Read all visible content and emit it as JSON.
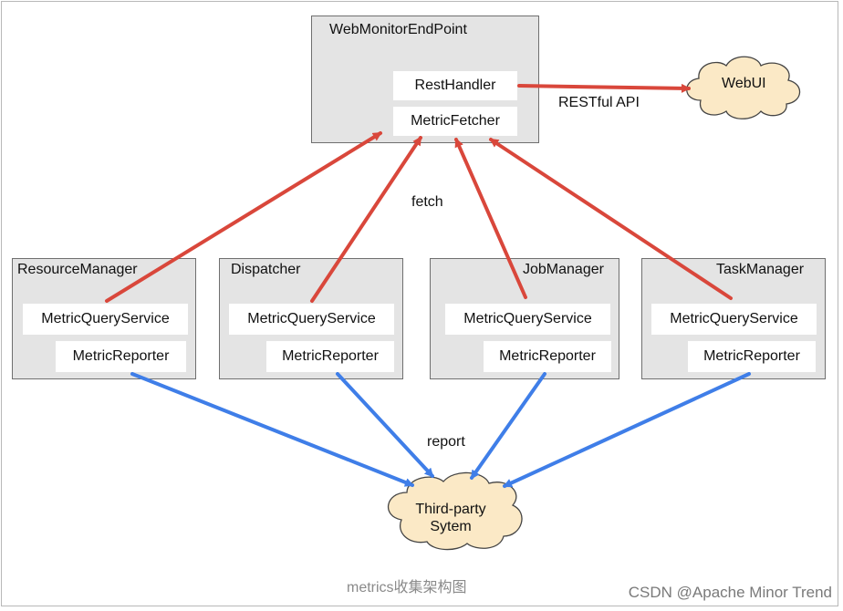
{
  "top": {
    "title": "WebMonitorEndPoint",
    "rest_handler": "RestHandler",
    "metric_fetcher": "MetricFetcher"
  },
  "webui": "WebUI",
  "restful_label": "RESTful API",
  "fetch_label": "fetch",
  "report_label": "report",
  "third_party": {
    "line1": "Third-party",
    "line2": "Sytem"
  },
  "nodes": [
    {
      "title": "ResourceManager",
      "query": "MetricQueryService",
      "reporter": "MetricReporter"
    },
    {
      "title": "Dispatcher",
      "query": "MetricQueryService",
      "reporter": "MetricReporter"
    },
    {
      "title": "JobManager",
      "query": "MetricQueryService",
      "reporter": "MetricReporter"
    },
    {
      "title": "TaskManager",
      "query": "MetricQueryService",
      "reporter": "MetricReporter"
    }
  ],
  "caption": "metrics收集架构图",
  "watermark": "CSDN @Apache Minor Trend",
  "colors": {
    "fetch_arrow": "#d9473b",
    "report_arrow": "#3f7ee8",
    "cloud_fill": "#fbe9c6",
    "box_fill": "#e4e4e4"
  }
}
